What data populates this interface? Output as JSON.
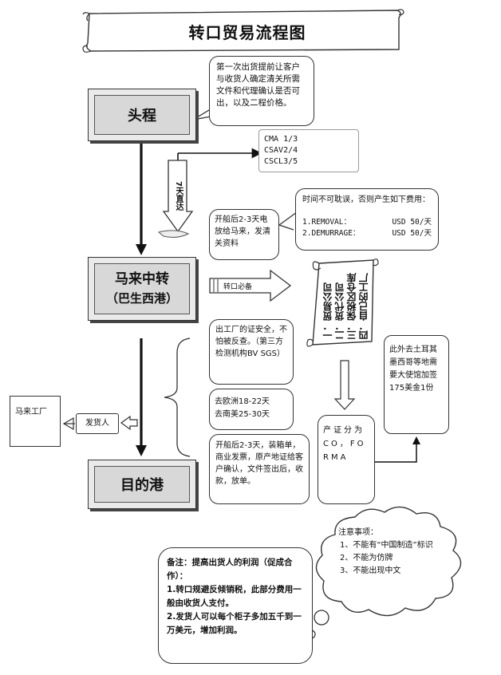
{
  "title": "转口贸易流程图",
  "nodes": {
    "head": "头程",
    "malaysia_line1": "马来中转",
    "malaysia_line2": "（巴生西港）",
    "destination": "目的港",
    "malaysia_factory": "马来工厂",
    "shipper": "发货人"
  },
  "notes": {
    "first_shipment": "第一次出货提前让客户与收货人确定清关所需文件和代理确认是否可出，以及二程价格。",
    "carriers": [
      "CMA 1/3",
      "CSAV2/4",
      "CSCL3/5"
    ],
    "direct_7days": "7天直达",
    "sail_2_3_days": "开船后2-3天电放给马来，发清关资料",
    "time_title": "时间不可耽误，否则产生如下费用：",
    "fees": [
      {
        "name": "1.REMOVAL：",
        "amount": "USD 50/天"
      },
      {
        "name": "2.DEMURRAGE：",
        "amount": "USD 50/天"
      }
    ],
    "transit_required": "转口必备",
    "scroll_items": [
      "一．贸易公司",
      "二．货代公司",
      "三．保税区仓库",
      "四．自己的工厂"
    ],
    "factory_cert": "出工厂的证安全，不怕被反查。（第三方检测机构BV SGS）",
    "transit_times": [
      "去欧洲18-22天",
      "去南美25-30天"
    ],
    "after_sailing": "开船后2-3天，装箱单，商业发票，原产地证给客户确认，文件签出后，收款，放单。",
    "origin_cert": "产证分为CO，FORMA",
    "embassy": "此外去土耳其墨西哥等地需要大使馆加签175美金1份",
    "remarks_title": "备注：提高出货人的利润（促成合作）：",
    "remarks": [
      "1.转口规避反倾销税，此部分费用一般由收货人支付。",
      "2.发货人可以每个柜子多加五千到一万美元，增加利润。"
    ],
    "cautions_title": "注意事项：",
    "cautions": [
      "1、不能有“中国制造”标识",
      "2、不能为仿牌",
      "3、不能出现中文"
    ]
  }
}
